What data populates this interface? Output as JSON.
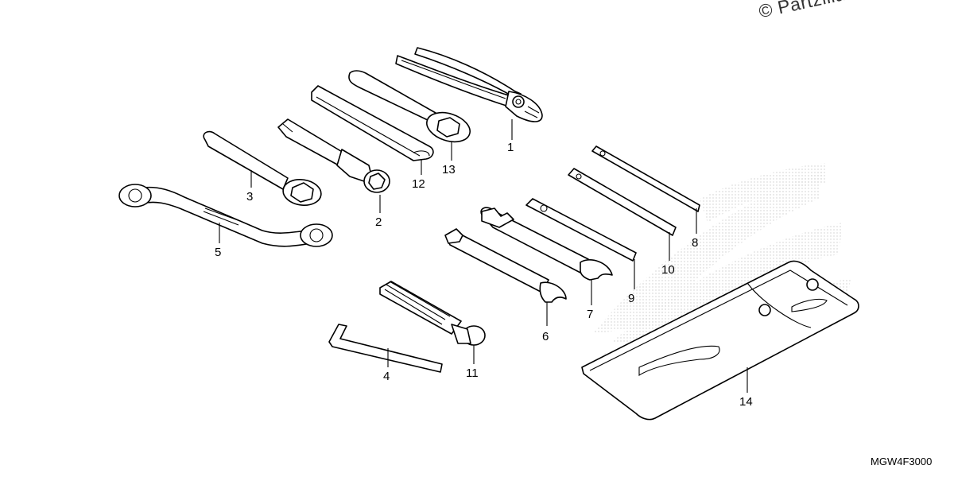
{
  "watermark": "© Partzilla.com",
  "figure_code": "MGW4F3000",
  "callouts": [
    {
      "id": "1",
      "part": "pliers"
    },
    {
      "id": "2",
      "part": "spark-plug-wrench"
    },
    {
      "id": "3",
      "part": "box-wrench"
    },
    {
      "id": "4",
      "part": "hex-wrench"
    },
    {
      "id": "5",
      "part": "offset-box-wrench"
    },
    {
      "id": "6",
      "part": "open-end-wrench-small"
    },
    {
      "id": "7",
      "part": "open-end-wrench-large"
    },
    {
      "id": "8",
      "part": "screwdriver-bar-a"
    },
    {
      "id": "9",
      "part": "screwdriver-bar-b"
    },
    {
      "id": "10",
      "part": "screwdriver-bar-c"
    },
    {
      "id": "11",
      "part": "screwdriver-grip"
    },
    {
      "id": "12",
      "part": "extension-bar"
    },
    {
      "id": "13",
      "part": "ring-wrench"
    },
    {
      "id": "14",
      "part": "tool-bag"
    }
  ],
  "colors": {
    "line": "#000000",
    "background": "#ffffff",
    "watermark_dots": "#c8c8c8"
  }
}
